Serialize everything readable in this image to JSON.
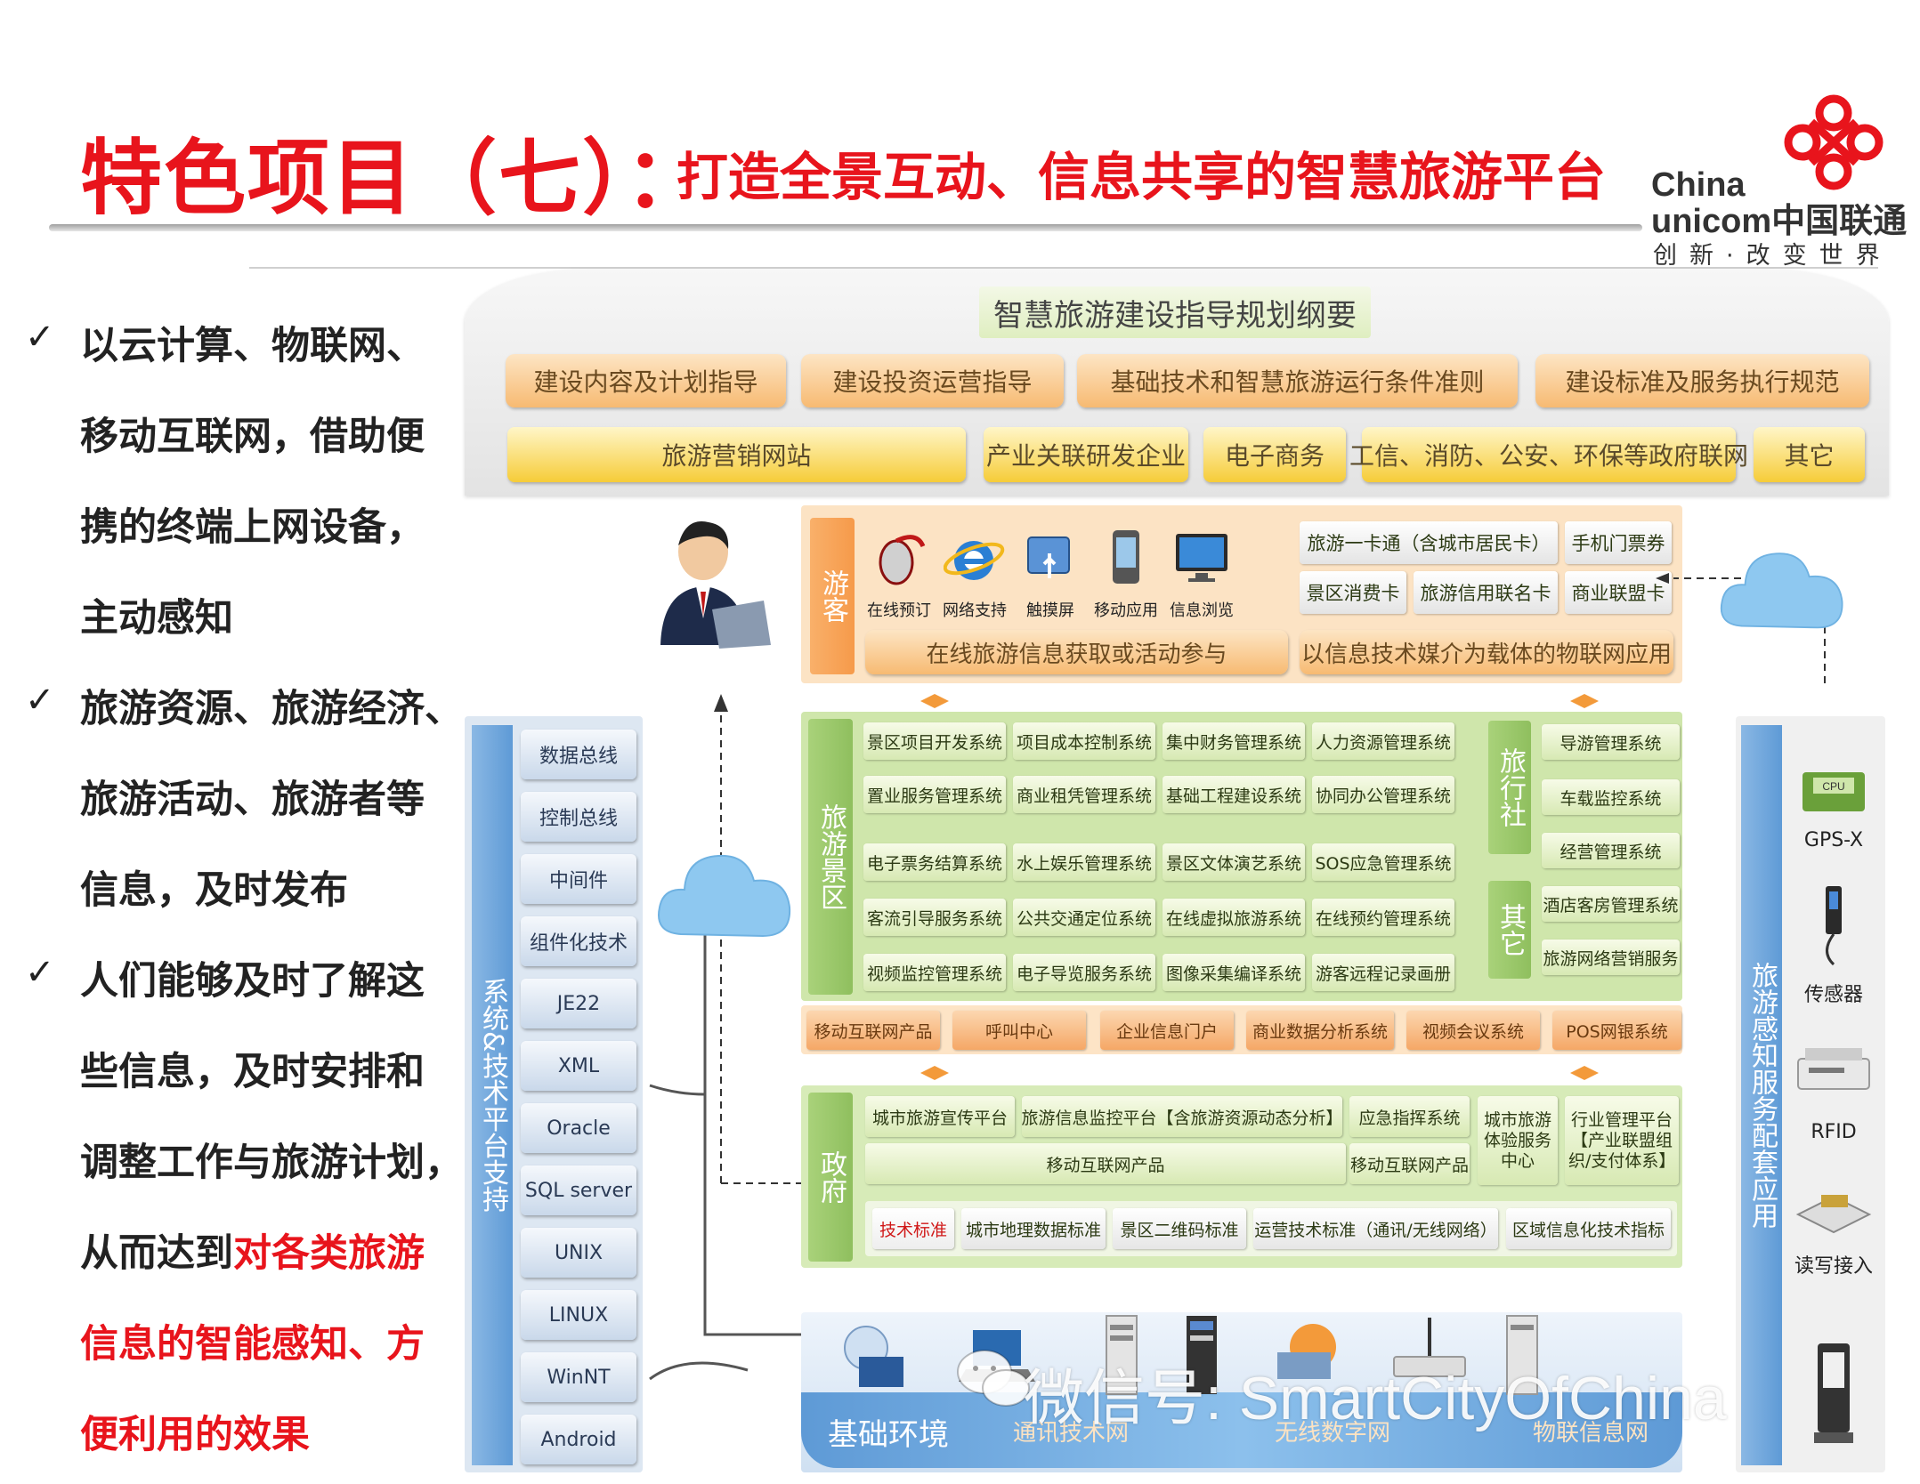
{
  "header": {
    "title_main": "特色项目（七）：",
    "title_sub": "打造全景互动、信息共享的智慧旅游平台"
  },
  "logo": {
    "line1": "China",
    "line2": "unicom中国联通",
    "slogan": "创新·改变世界"
  },
  "bullets": [
    {
      "lines": [
        "以云计算、物联网、",
        "移动互联网，借助便",
        "携的终端上网设备，",
        "主动感知"
      ]
    },
    {
      "lines": [
        "旅游资源、旅游经济、",
        "旅游活动、旅游者等",
        "信息，及时发布"
      ]
    },
    {
      "lines": [
        "人们能够及时了解这",
        "些信息，及时安排和",
        "调整工作与旅游计划，",
        "从而达到"
      ],
      "highlight_tail": "对各类旅游",
      "highlight_lines": [
        "信息的智能感知、方",
        "便利用的效果"
      ]
    }
  ],
  "guide": {
    "title": "智慧旅游建设指导规划纲要",
    "row1": [
      "建设内容及计划指导",
      "建设投资运营指导",
      "基础技术和智慧旅游运行条件准则",
      "建设标准及服务执行规范"
    ],
    "row2": [
      "旅游营销网站",
      "产业关联研发企业",
      "电子商务",
      "工信、消防、公安、环保等政府联网",
      "其它"
    ]
  },
  "tourist": {
    "label": "游客",
    "icons": [
      "在线预订",
      "网络支持",
      "触摸屏",
      "移动应用",
      "信息浏览"
    ],
    "cards": [
      "旅游一卡通（含城市居民卡）",
      "手机门票券",
      "景区消费卡",
      "旅游信用联名卡",
      "商业联盟卡"
    ],
    "bar_left": "在线旅游信息获取或活动参与",
    "bar_right": "以信息技术媒介为载体的物联网应用"
  },
  "scenic": {
    "label": "旅游景区",
    "systems": [
      [
        "景区项目开发系统",
        "项目成本控制系统",
        "集中财务管理系统",
        "人力资源管理系统"
      ],
      [
        "置业服务管理系统",
        "商业租凭管理系统",
        "基础工程建设系统",
        "协同办公管理系统"
      ],
      [
        "电子票务结算系统",
        "水上娱乐管理系统",
        "景区文体演艺系统",
        "SOS应急管理系统"
      ],
      [
        "客流引导服务系统",
        "公共交通定位系统",
        "在线虚拟旅游系统",
        "在线预约管理系统"
      ],
      [
        "视频监控管理系统",
        "电子导览服务系统",
        "图像采集编译系统",
        "游客远程记录画册"
      ]
    ],
    "agency_label": "旅行社",
    "agency": [
      "导游管理系统",
      "车载监控系统",
      "经营管理系统"
    ],
    "other_label": "其它",
    "other": [
      "酒店客房管理系统",
      "旅游网络营销服务"
    ],
    "bottom": [
      "移动互联网产品",
      "呼叫中心",
      "企业信息门户",
      "商业数据分析系统",
      "视频会议系统",
      "POS网银系统"
    ]
  },
  "gov": {
    "label": "政府",
    "row1": [
      "城市旅游宣传平台",
      "旅游信息监控平台【含旅游资源动态分析】",
      "应急指挥系统"
    ],
    "row2": [
      "移动互联网产品",
      "移动互联网产品"
    ],
    "side1": "城市旅游体验服务中心",
    "side2": "行业管理平台【产业联盟组织/支付体系】",
    "standards": [
      "技术标准",
      "城市地理数据标准",
      "景区二维码标准",
      "运营技术标准（通讯/无线网络）",
      "区域信息化技术指标"
    ]
  },
  "platform": {
    "label": "系统&技术平台支持",
    "items": [
      "数据总线",
      "控制总线",
      "中间件",
      "组件化技术",
      "JE22",
      "XML",
      "Oracle",
      "SQL server",
      "UNIX",
      "LINUX",
      "WinNT",
      "Android"
    ]
  },
  "perception": {
    "label": "旅游感知服务配套应用",
    "devices": [
      "GPS-X",
      "传感器",
      "RFID",
      "读写接入"
    ]
  },
  "base": {
    "label": "基础环境",
    "nets": [
      "通讯技术网",
      "无线数字网",
      "物联信息网"
    ]
  },
  "watermark": "微信号: SmartCityOfChina",
  "colors": {
    "title_red": "#e8141c",
    "blue_col": "#6fa6dc",
    "green_panel": "#c9e2a4",
    "orange_panel": "#fcd9ad"
  }
}
